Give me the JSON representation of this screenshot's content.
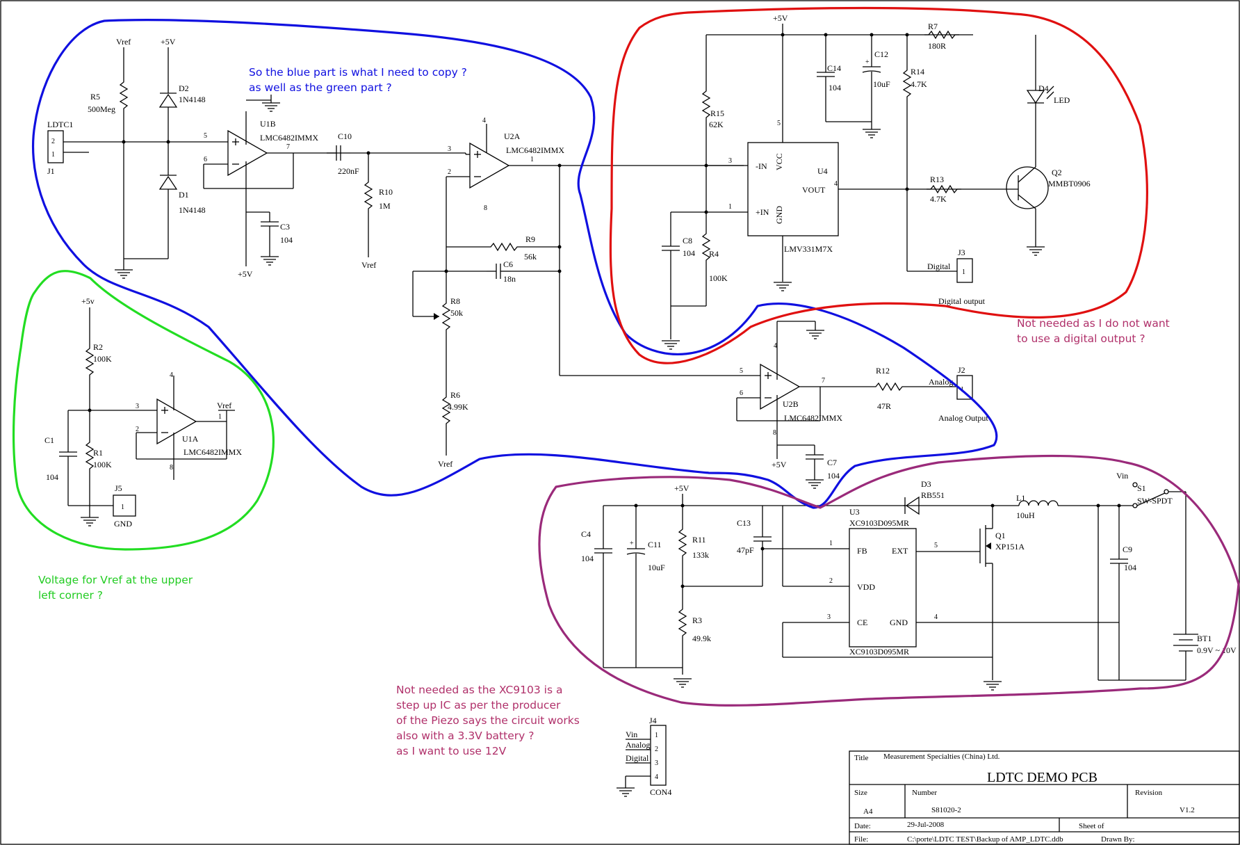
{
  "annotations": {
    "blue": [
      "So the blue part is what I need to copy ?",
      "as well as the green part ?"
    ],
    "red": [
      "Not needed as I do not want",
      "to use a digital output ?"
    ],
    "green": [
      "Voltage for Vref at the upper",
      "left corner ?"
    ],
    "purple": [
      "Not needed as the XC9103 is a",
      "step up IC as per the producer",
      "of the Piezo says the circuit works",
      "also with a 3.3V battery ?",
      "as I want to use 12V"
    ]
  },
  "colors": {
    "blue": "#1010e0",
    "red": "#e01010",
    "green": "#22dd22",
    "purple": "#9a2a7a",
    "note_purple": "#b0306a"
  },
  "labels": {
    "vref": "Vref",
    "p5v": "+5V",
    "p5v_lower": "+5v",
    "r5": "R5",
    "r5v": "500Meg",
    "d2": "D2",
    "d2v": "1N4148",
    "d1": "D1",
    "d1v": "1N4148",
    "ldtc1": "LDTC1",
    "j1": "J1",
    "pin2": "2",
    "pin1": "1",
    "u1b": "U1B",
    "lmc": "LMC6482IMMX",
    "c10": "C10",
    "c10v": "220nF",
    "r10": "R10",
    "r10v": "1M",
    "c3": "C3",
    "c3v": "104",
    "u2a": "U2A",
    "r9": "R9",
    "r9v": "56k",
    "c6": "C6",
    "c6v": "18n",
    "r8": "R8",
    "r8v": "50k",
    "r6": "R6",
    "r6v": "4.99K",
    "r7": "R7",
    "r7v": "180R",
    "c14": "C14",
    "c14v": "104",
    "c12": "C12",
    "c12v": "10uF",
    "r14": "R14",
    "r14v": "4.7K",
    "r15": "R15",
    "r15v": "62K",
    "d4": "D4",
    "d4v": "LED",
    "u4": "U4",
    "vcc": "VCC",
    "vout": "VOUT",
    "inm": "-IN",
    "inp": "+IN",
    "gnd": "GND",
    "lmv": "LMV331M7X",
    "q2": "Q2",
    "q2v": "MMBT0906",
    "r13": "R13",
    "r13v": "4.7K",
    "c8": "C8",
    "c8v": "104",
    "r4": "R4",
    "r4v": "100K",
    "j3": "J3",
    "digital": "Digital",
    "digital_output": "Digital output",
    "r2": "R2",
    "r2v": "100K",
    "r1": "R1",
    "r1v": "100K",
    "c1": "C1",
    "c1v": "104",
    "u1a": "U1A",
    "j5": "J5",
    "gnd_label": "GND",
    "u2b": "U2B",
    "r12": "R12",
    "r12v": "47R",
    "j2": "J2",
    "analog": "Analog",
    "analog_output": "Analog Output",
    "c7": "C7",
    "c7v": "104",
    "c4": "C4",
    "c4v": "104",
    "c11": "C11",
    "c11v": "10uF",
    "r11": "R11",
    "r11v": "133k",
    "r3": "R3",
    "r3v": "49.9k",
    "c13": "C13",
    "c13v": "47pF",
    "u3": "U3",
    "xc": "XC9103D095MR",
    "fb": "FB",
    "ext": "EXT",
    "vdd": "VDD",
    "ce": "CE",
    "d3": "D3",
    "d3v": "RB551",
    "l1": "L1",
    "l1v": "10uH",
    "q1": "Q1",
    "q1v": "XP151A",
    "vin": "Vin",
    "s1": "S1",
    "s1v": "SW-SPDT",
    "c9": "C9",
    "c9v": "104",
    "bt1": "BT1",
    "bt1v": "0.9V ~ 10V",
    "j4": "J4",
    "con4": "CON4",
    "n1": "1",
    "n2": "2",
    "n3": "3",
    "n4": "4",
    "n5": "5",
    "n6": "6",
    "n7": "7",
    "n8": "8"
  },
  "title_block": {
    "title_label": "Title",
    "title_value": "Measurement Specialties (China) Ltd.",
    "main_title": "LDTC DEMO PCB",
    "size_label": "Size",
    "size_value": "A4",
    "number_label": "Number",
    "number_value": "S81020-2",
    "revision_label": "Revision",
    "revision_value": "V1.2",
    "date_label": "Date:",
    "date_value": "29-Jul-2008",
    "sheet_label": "Sheet    of",
    "file_label": "File:",
    "file_value": "C:\\porte\\LDTC TEST\\Backup of AMP_LDTC.ddb",
    "drawn_label": "Drawn By:"
  }
}
